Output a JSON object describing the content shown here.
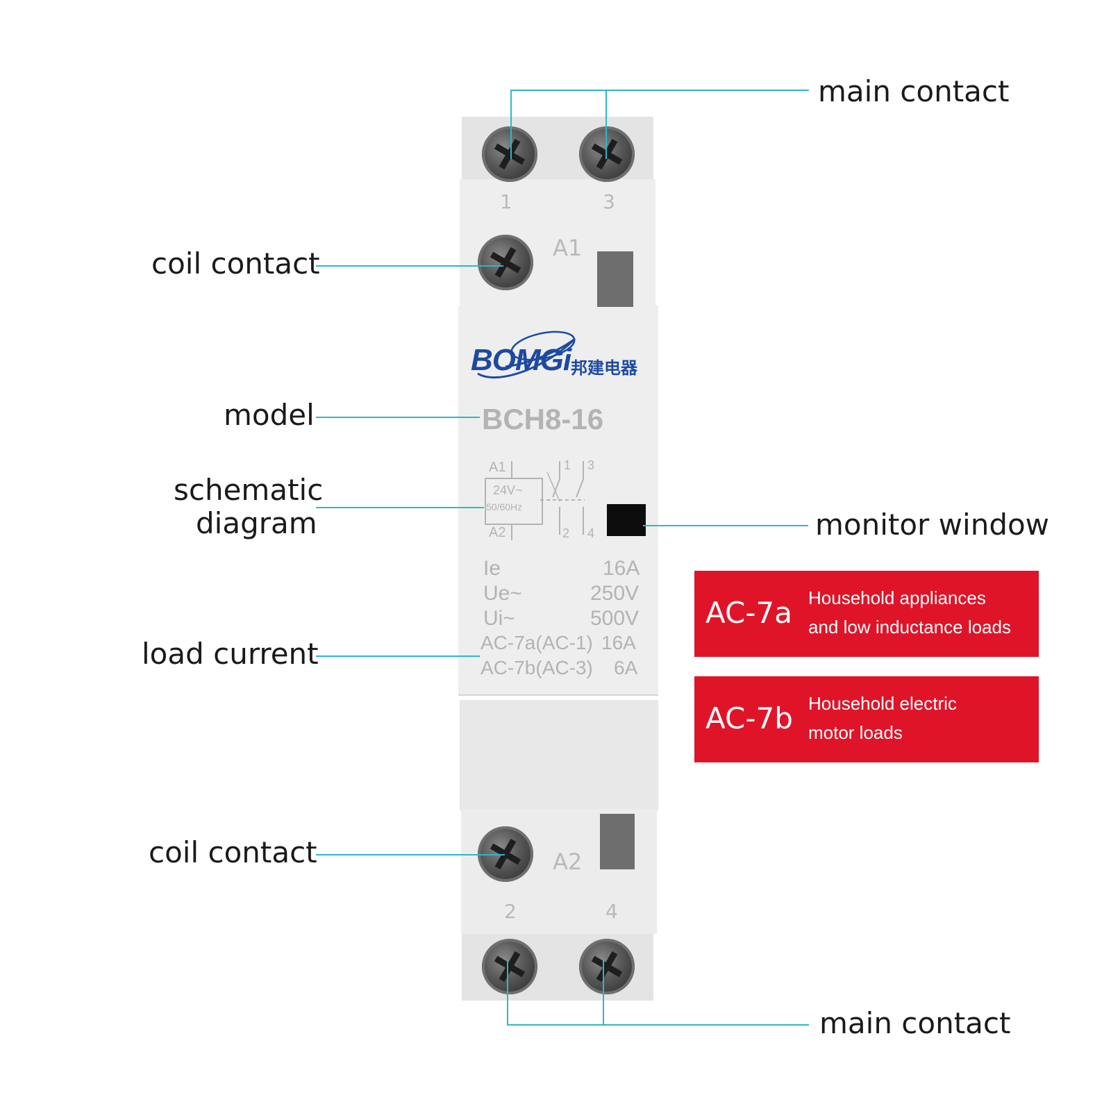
{
  "callouts": {
    "main_contact_top": "main contact",
    "coil_contact_top": "coil contact",
    "model": "model",
    "schematic_line1": "schematic",
    "schematic_line2": "diagram",
    "monitor_window": "monitor window",
    "load_current": "load current",
    "coil_contact_bottom": "coil contact",
    "main_contact_bottom": "main contact"
  },
  "device": {
    "brand": "BOMGi",
    "brand_cn": "邦建电器",
    "model": "BCH8-16",
    "terminals": {
      "top_left": "1",
      "top_right": "3",
      "coil_top": "A1",
      "coil_bottom": "A2",
      "bottom_left": "2",
      "bottom_right": "4"
    },
    "schematic": {
      "a1": "A1",
      "a2": "A2",
      "voltage": "24V~",
      "frequency": "50/60Hz",
      "c1": "1",
      "c3": "3",
      "c2": "2",
      "c4": "4"
    },
    "ratings": [
      {
        "label": "Ie",
        "value": "16A"
      },
      {
        "label": "Ue~",
        "value": "250V"
      },
      {
        "label": "Ui~",
        "value": "500V"
      },
      {
        "label": "AC-7a(AC-1)",
        "value": "16A"
      },
      {
        "label": "AC-7b(AC-3)",
        "value": "6A"
      }
    ]
  },
  "categories": [
    {
      "code": "AC-7a",
      "desc_line1": "Household appliances",
      "desc_line2": "and low inductance loads"
    },
    {
      "code": "AC-7b",
      "desc_line1": "Household electric",
      "desc_line2": "motor loads"
    }
  ],
  "colors": {
    "leader": "#2db7c9",
    "category_box": "#e01428",
    "logo": "#1d4aa0"
  }
}
